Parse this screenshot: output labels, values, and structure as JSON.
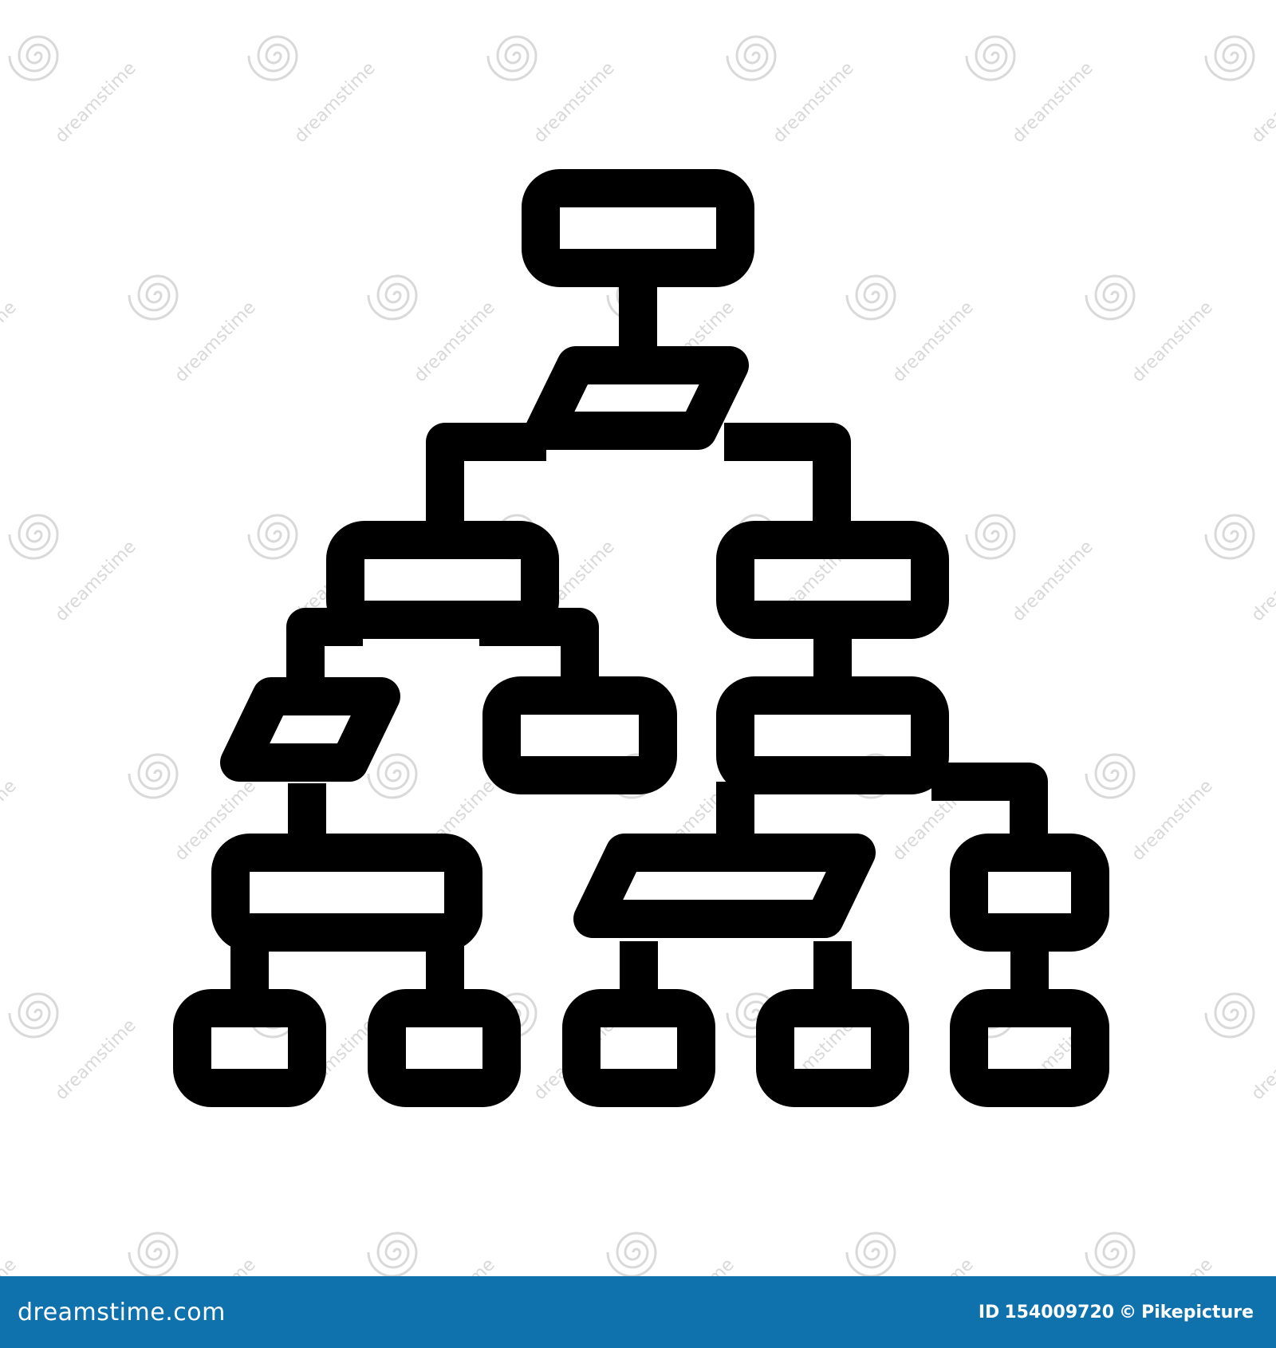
{
  "colors": {
    "background": "#ffffff",
    "stroke": "#000000",
    "watermark": "#d9d9d9",
    "footer": "#0f72ad",
    "footer_text": "#ffffff"
  },
  "icon": {
    "name": "flowchart-icon",
    "node_shapes": [
      "rectangle",
      "parallelogram"
    ]
  },
  "watermark": {
    "text": "dreamstime",
    "motif": "spiral-icon"
  },
  "footer": {
    "logo_text": "dreamstime.com",
    "id_label": "ID",
    "id_value": "154009720",
    "copyright_symbol": "©",
    "author": "Pikepicture"
  }
}
